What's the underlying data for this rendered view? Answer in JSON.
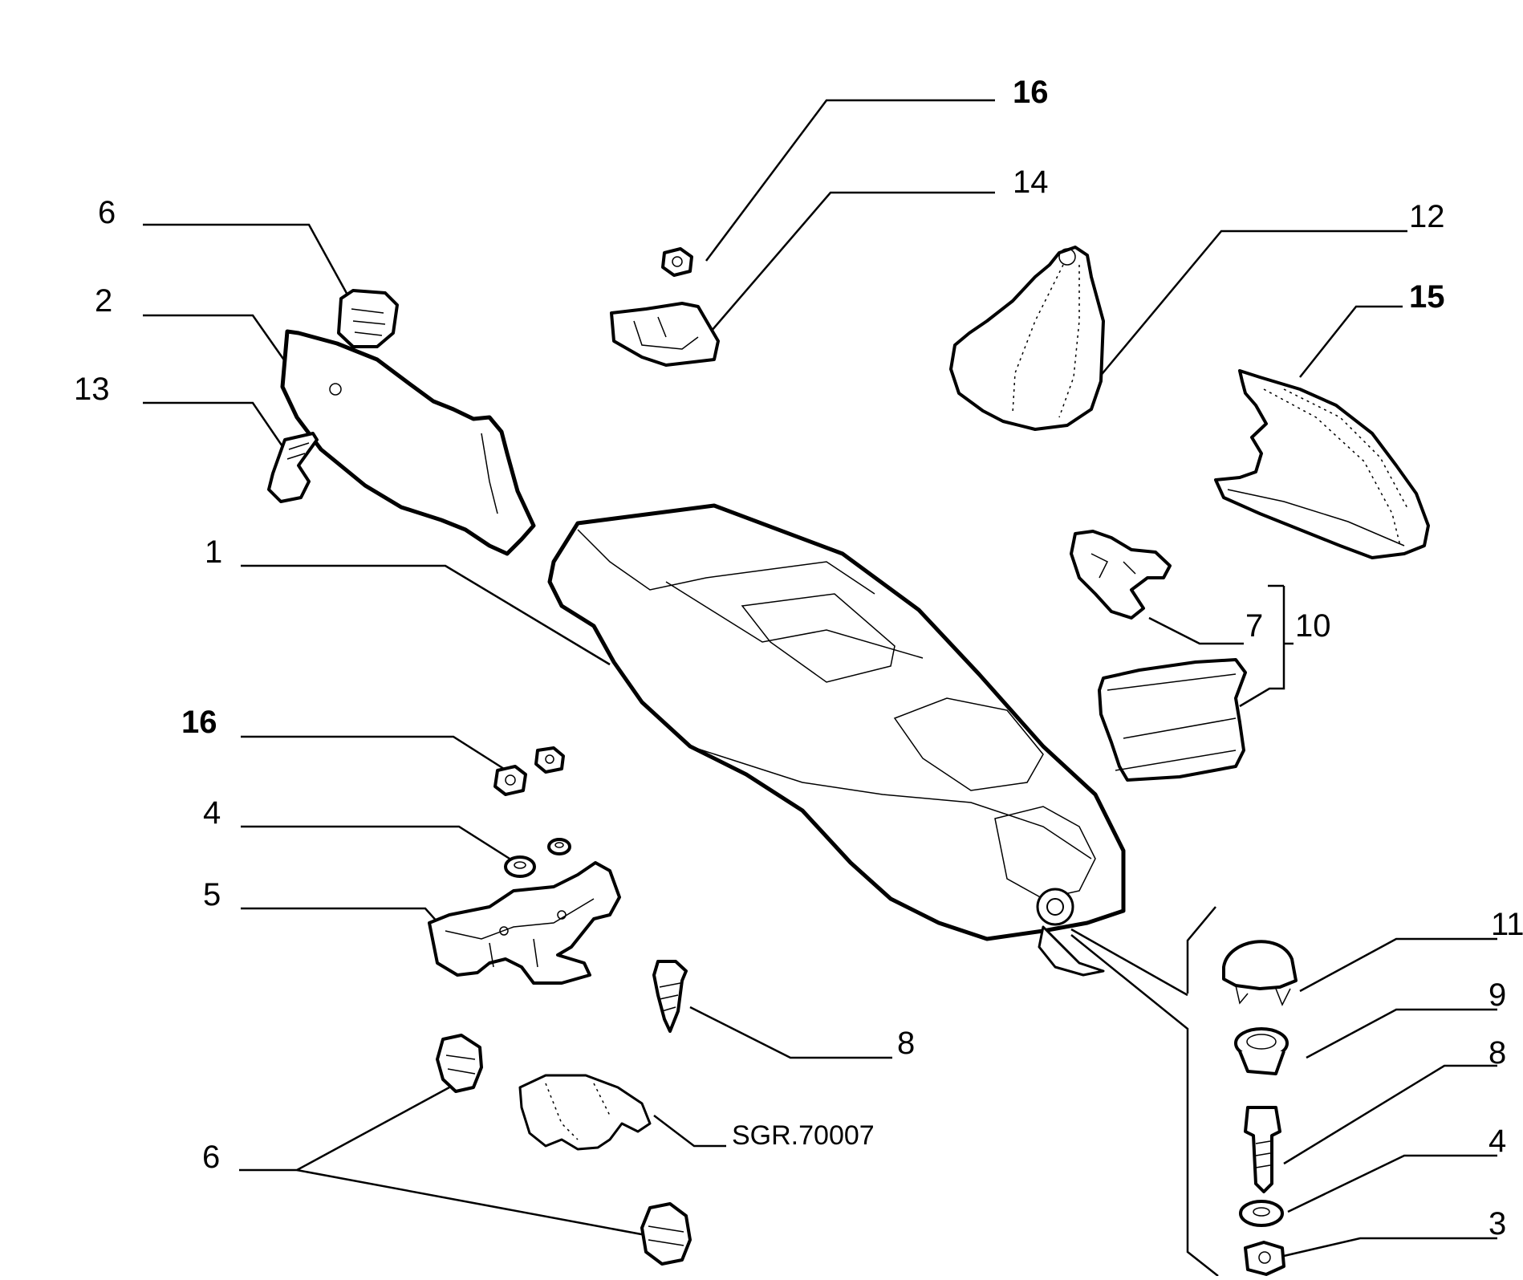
{
  "diagram": {
    "reference_code": "SGR.70007",
    "callouts": {
      "c1": "1",
      "c2": "2",
      "c3": "3",
      "c4_left": "4",
      "c4_right": "4",
      "c5": "5",
      "c6_top": "6",
      "c6_bottom": "6",
      "c7": "7",
      "c8_center": "8",
      "c8_right": "8",
      "c9": "9",
      "c10": "10",
      "c11": "11",
      "c12": "12",
      "c13": "13",
      "c14": "14",
      "c15": "15",
      "c16_top": "16",
      "c16_left": "16"
    }
  }
}
